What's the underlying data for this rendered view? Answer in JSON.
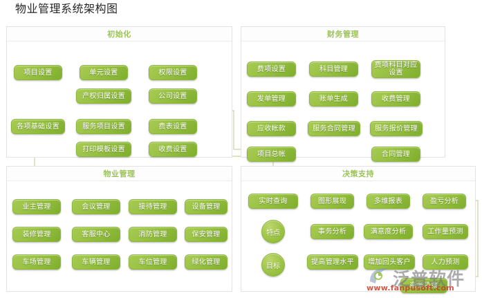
{
  "page": {
    "title": "物业管理系统架构图",
    "accent_color": "#96bf42",
    "panel_title_color": "#9cc357",
    "connector_color": "#c3d79a",
    "background": "#ffffff"
  },
  "watermark": {
    "brand": "泛普软件",
    "url": "www.fanpusoft.com",
    "logo_icon": "fanpu-logo-icon"
  },
  "panels": [
    {
      "key": "init",
      "title": "初始化",
      "nodes": [
        {
          "id": "n-xmsz",
          "label": "项目设置"
        },
        {
          "id": "n-dysz",
          "label": "单元设置"
        },
        {
          "id": "n-qxsz",
          "label": "权限设置"
        },
        {
          "id": "n-cqgs",
          "label": "产权归属设置"
        },
        {
          "id": "n-gssz",
          "label": "公司设置"
        },
        {
          "id": "n-gxjc",
          "label": "各项基础设置"
        },
        {
          "id": "n-fwxm",
          "label": "服务项目设置"
        },
        {
          "id": "n-fbsz",
          "label": "费表设置"
        },
        {
          "id": "n-dymb",
          "label": "打印模板设置"
        },
        {
          "id": "n-sfsz",
          "label": "收费设置"
        }
      ]
    },
    {
      "key": "finance",
      "title": "财务管理",
      "nodes": [
        {
          "id": "f-fxsz",
          "label": "费项设置"
        },
        {
          "id": "f-kmgl",
          "label": "科目管理"
        },
        {
          "id": "f-fxkm",
          "label": "费项科目对应设置"
        },
        {
          "id": "f-fdgl",
          "label": "发单管理"
        },
        {
          "id": "f-zdsc",
          "label": "账单生成"
        },
        {
          "id": "f-sfgl",
          "label": "收费管理"
        },
        {
          "id": "f-ysza",
          "label": "应收帐款"
        },
        {
          "id": "f-fwht",
          "label": "服务合同管理"
        },
        {
          "id": "f-fwbj",
          "label": "服务报价管理"
        },
        {
          "id": "f-xmzz",
          "label": "项目总帐"
        },
        {
          "id": "f-htgl",
          "label": "合同管理"
        }
      ]
    },
    {
      "key": "property",
      "title": "物业管理",
      "nodes": [
        {
          "id": "p-yzgl",
          "label": "业主管理"
        },
        {
          "id": "p-hygl",
          "label": "会议管理"
        },
        {
          "id": "p-jdgl",
          "label": "接待管理"
        },
        {
          "id": "p-sbgl",
          "label": "设备管理"
        },
        {
          "id": "p-zxgl",
          "label": "装修管理"
        },
        {
          "id": "p-kfzx",
          "label": "客服中心"
        },
        {
          "id": "p-xfgl",
          "label": "消防管理"
        },
        {
          "id": "p-bagl",
          "label": "保安管理"
        },
        {
          "id": "p-ccgl",
          "label": "车场管理"
        },
        {
          "id": "p-clgl",
          "label": "车辆管理"
        },
        {
          "id": "p-cwgl",
          "label": "车位管理"
        },
        {
          "id": "p-lhgl",
          "label": "绿化管理"
        }
      ]
    },
    {
      "key": "decision",
      "title": "决策支持",
      "circles": [
        {
          "id": "d-td",
          "label": "特点"
        },
        {
          "id": "d-mb",
          "label": "目标"
        }
      ],
      "nodes": [
        {
          "id": "d-sscx",
          "label": "实时查询"
        },
        {
          "id": "d-txzx",
          "label": "图形展现"
        },
        {
          "id": "d-dwbb",
          "label": "多维报表"
        },
        {
          "id": "d-ykfx",
          "label": "盈亏分析"
        },
        {
          "id": "d-swfx",
          "label": "事务分析"
        },
        {
          "id": "d-mydfx",
          "label": "满意度分析"
        },
        {
          "id": "d-gzlyc",
          "label": "工作量预测"
        },
        {
          "id": "d-tggl",
          "label": "提高管理水平"
        },
        {
          "id": "d-zjht",
          "label": "增加回头客户"
        },
        {
          "id": "d-rlyc",
          "label": "人力预测"
        },
        {
          "id": "d-swjc",
          "label": "商务决策"
        }
      ]
    }
  ]
}
